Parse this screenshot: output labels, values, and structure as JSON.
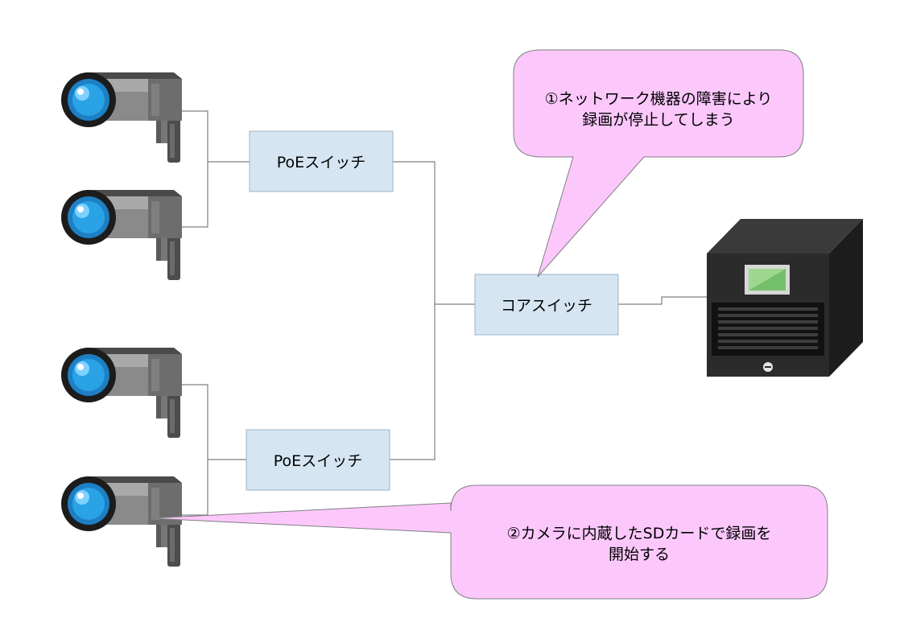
{
  "diagram": {
    "switches": {
      "poe_top": "PoEスイッチ",
      "poe_bottom": "PoEスイッチ",
      "core": "コアスイッチ"
    },
    "callouts": {
      "network_failure": {
        "line1": "①ネットワーク機器の障害により",
        "line2": "録画が停止してしまう"
      },
      "sd_card": {
        "line1": "②カメラに内蔵したSDカードで録画を",
        "line2": "開始する"
      }
    },
    "icons": {
      "camera": "security-camera-icon",
      "recorder": "recorder-server-icon"
    },
    "colors": {
      "switch_fill": "#d5e6f2",
      "switch_border": "#9fb3c6",
      "callout_fill": "#fcc8fc",
      "line": "#808080",
      "camera_lens": "#2aa3e6",
      "server_body": "#2b2b2b"
    }
  }
}
